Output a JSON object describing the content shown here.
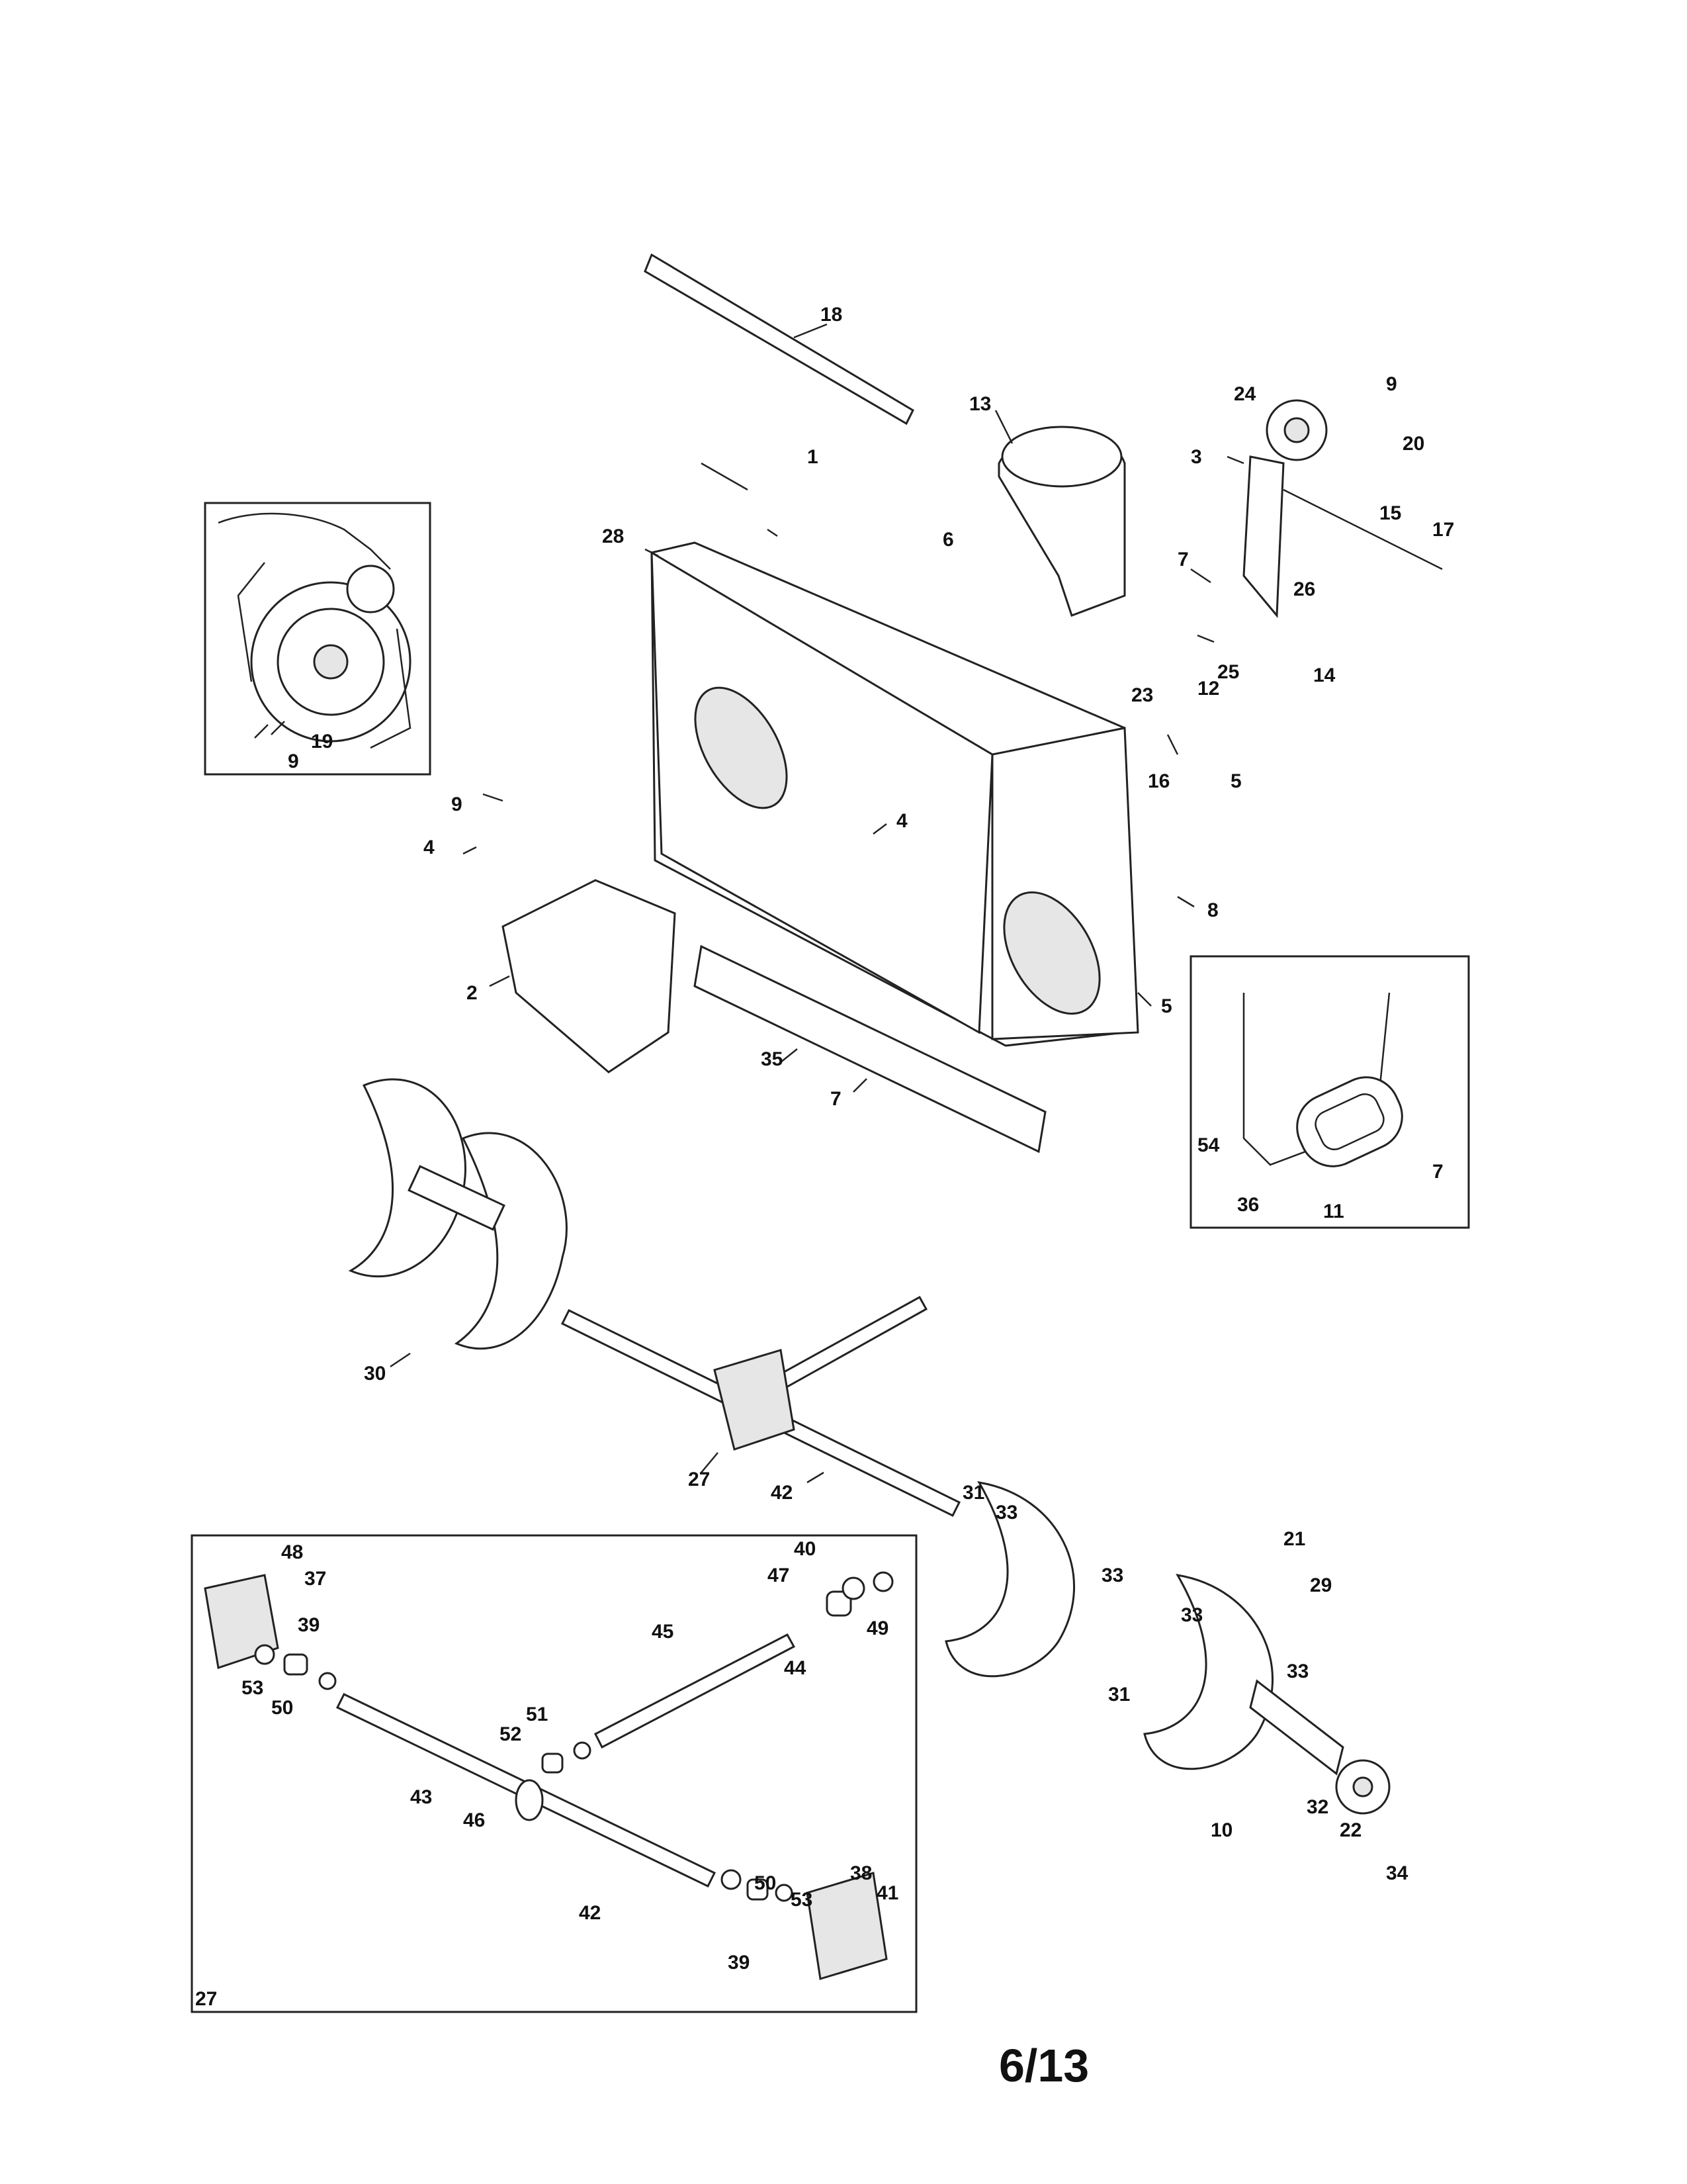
{
  "page": {
    "number": "6/13"
  },
  "diagram": {
    "callouts": [
      "1",
      "2",
      "3",
      "4",
      "4",
      "5",
      "5",
      "6",
      "7",
      "7",
      "7",
      "8",
      "9",
      "9",
      "9",
      "10",
      "11",
      "12",
      "13",
      "14",
      "15",
      "16",
      "17",
      "18",
      "19",
      "20",
      "21",
      "22",
      "23",
      "24",
      "25",
      "26",
      "27",
      "27",
      "28",
      "29",
      "30",
      "31",
      "31",
      "32",
      "33",
      "33",
      "33",
      "33",
      "34",
      "35",
      "36",
      "37",
      "38",
      "39",
      "39",
      "40",
      "41",
      "42",
      "42",
      "43",
      "44",
      "45",
      "46",
      "47",
      "48",
      "49",
      "50",
      "50",
      "51",
      "52",
      "53",
      "53",
      "54"
    ],
    "insets": [
      "belt-inset",
      "skid-shoe-inset",
      "gearbox-assembly-27"
    ]
  }
}
